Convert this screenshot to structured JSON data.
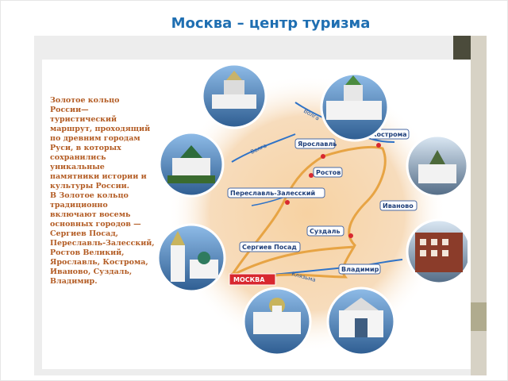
{
  "title": "Москва – центр туризма",
  "text_block": "Золотое кольцо\nРоссии—\nтуристический\nмаршрут, проходящий\nпо древним городам\nРуси, в которых\nсохранились\nуникальные\nпамятники истории и\nкультуры России.\nВ Золотое кольцо\nтрадиционно\nвключают восемь\nосновных городов —\nСергиев Посад,\nПереславль-Залесский,\nРостов Великий,\nЯрославль, Кострома,\nИваново, Суздаль,\nВладимир.",
  "map": {
    "cities": {
      "yaroslavl": "Ярославль",
      "kostroma": "Кострома",
      "rostov": "Ростов",
      "pereslavl": "Переславль-Залесский",
      "ivanovo": "Иваново",
      "suzdal": "Суздаль",
      "sergiev_posad": "Сергиев Посад",
      "vladimir": "Владимир",
      "moskva": "МОСКВА"
    },
    "rivers": {
      "volga_1": "Волга",
      "volga_2": "Волга",
      "klyazma": "Клязьма"
    }
  },
  "colors": {
    "title": "#1f6fb2",
    "text": "#b35c24",
    "map_bg": "#f6d5a8",
    "route": "#e7a444",
    "river": "#2f73c7",
    "moskva_label": "#d8282f"
  }
}
